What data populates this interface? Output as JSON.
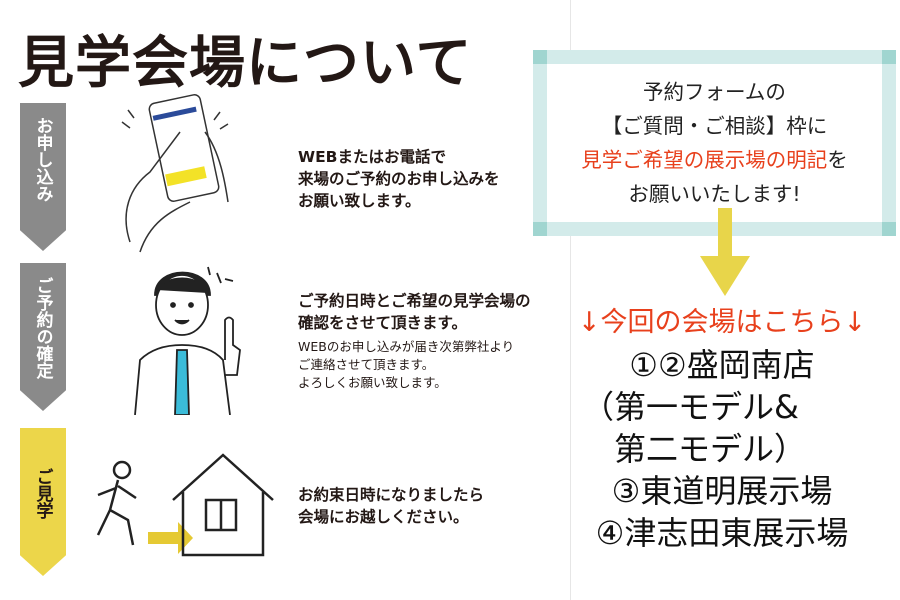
{
  "title": "見学会場について",
  "steps": [
    {
      "label": "お申し込み",
      "lines": [
        "WEBまたはお電話で",
        "来場のご予約のお申し込みを",
        "お願い致します。"
      ]
    },
    {
      "label": "ご予約の確定",
      "lines": [
        "ご予約日時とご希望の見学会場の",
        "確認をさせて頂きます。"
      ],
      "sub": [
        "WEBのお申し込みが届き次第弊社より",
        "ご連絡させて頂きます。",
        "よろしくお願い致します。"
      ]
    },
    {
      "label": "ご見学",
      "lines": [
        "お約束日時になりましたら",
        "会場にお越しください。"
      ]
    }
  ],
  "notice": {
    "line1": "予約フォームの",
    "line2": "【ご質問・ご相談】枠に",
    "line3_red": "見学ご希望の展示場の明記",
    "line3_tail": "を",
    "line4": "お願いいたします!"
  },
  "venue_heading": "↓今回の会場はこちら↓",
  "venues": [
    "①②盛岡南店",
    "（第一モデル&",
    "　第二モデル）",
    "③東道明展示場",
    "④津志田東展示場"
  ],
  "colors": {
    "accent_red": "#e8401c",
    "yellow": "#ecd64a",
    "teal_frame": "#d3ebea",
    "gray_step": "#8a8a8a",
    "necktie": "#3bbcd9"
  }
}
